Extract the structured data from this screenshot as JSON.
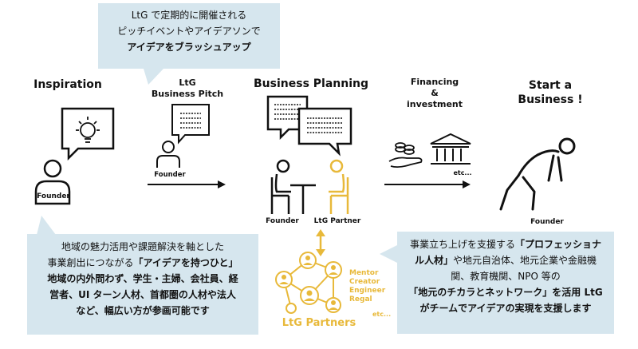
{
  "top_callout": {
    "line1": "LtG で定期的に開催される",
    "line2": "ピッチイベントやアイデアソンで",
    "line3": "アイデアをブラッシュアップ"
  },
  "stages": {
    "inspiration": "Inspiration",
    "pitch_line1": "LtG",
    "pitch_line2": "Business Pitch",
    "planning": "Business Planning",
    "financing_line1": "Financing",
    "financing_line2": "&",
    "financing_line3": "investment",
    "start_line1": "Start a",
    "start_line2": "Business !"
  },
  "labels": {
    "founder_inspiration": "Founder",
    "founder_pitch": "Founder",
    "founder_planning": "Founder",
    "ltg_partner": "LtG Partner",
    "financing_etc": "etc...",
    "founder_start": "Founder"
  },
  "partners": {
    "roles": [
      "Mentor",
      "Creator",
      "Engineer",
      "Regal"
    ],
    "etc": "etc...",
    "title": "LtG Partners"
  },
  "left_callout": {
    "line1": "地域の魅力活用や課題解決を軸とした",
    "line2a": "事業創出につながる",
    "line2b": "「アイデアを持つひと」",
    "line3": "地域の内外問わず、学生・主婦、会社員、経",
    "line4": "営者、UI ターン人材、首都圏の人材や法人",
    "line5": "など、幅広い方が参画可能です"
  },
  "right_callout": {
    "line1a": "事業立ち上げを支援する",
    "line1b": "「プロフェッショナ",
    "line2a": "ル人材」",
    "line2b": "や地元自治体、地元企業や金融機",
    "line3": "関、教育機関、NPO 等の",
    "line4a": "「地元のチカラとネットワーク」",
    "line4b": "を活用 LtG",
    "line5": "がチームでアイデアの実現を支援します"
  },
  "colors": {
    "callout_bg": "#d6e6ee",
    "gold": "#e8b93a",
    "ink": "#111111"
  }
}
